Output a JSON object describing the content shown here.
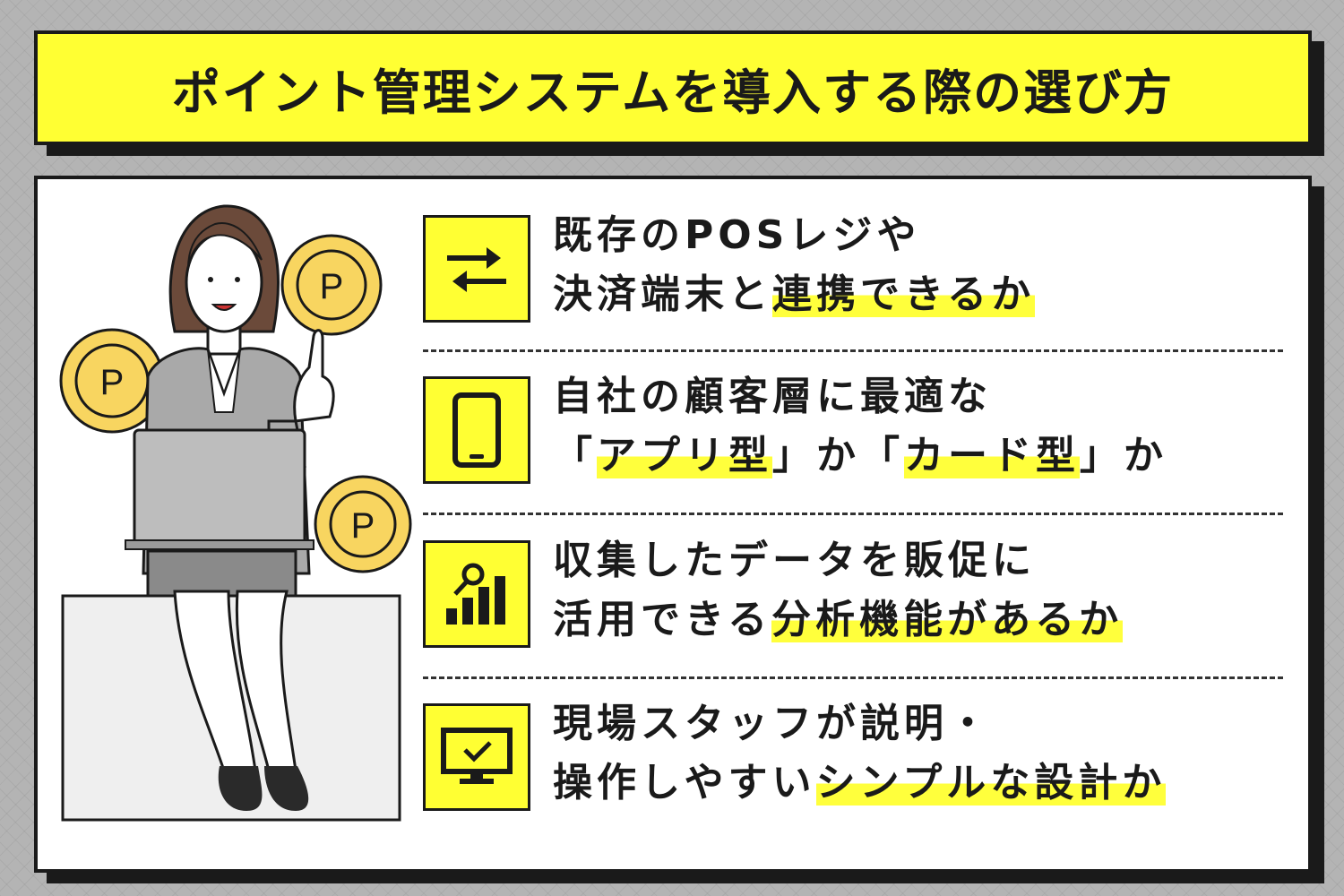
{
  "title": "ポイント管理システムを導入する際の選び方",
  "colors": {
    "accent": "#ffff33",
    "dark": "#1a1a1a",
    "coin": "#f8d560"
  },
  "coin_symbol": "P",
  "items": [
    {
      "icon": "exchange-arrows-icon",
      "line1": "既存のPOSレジや",
      "line2_plain": "決済端末と",
      "line2_highlight": "連携できるか"
    },
    {
      "icon": "smartphone-icon",
      "line1": "自社の顧客層に最適な",
      "line2_a": "「",
      "line2_b": "アプリ型",
      "line2_c": "」か「",
      "line2_d": "カード型",
      "line2_e": "」か"
    },
    {
      "icon": "analytics-chart-icon",
      "line1": "収集したデータを販促に",
      "line2_plain": "活用できる",
      "line2_highlight": "分析機能があるか"
    },
    {
      "icon": "monitor-check-icon",
      "line1": "現場スタッフが説明・",
      "line2_plain": "操作しやすい",
      "line2_highlight": "シンプルな設計か"
    }
  ]
}
